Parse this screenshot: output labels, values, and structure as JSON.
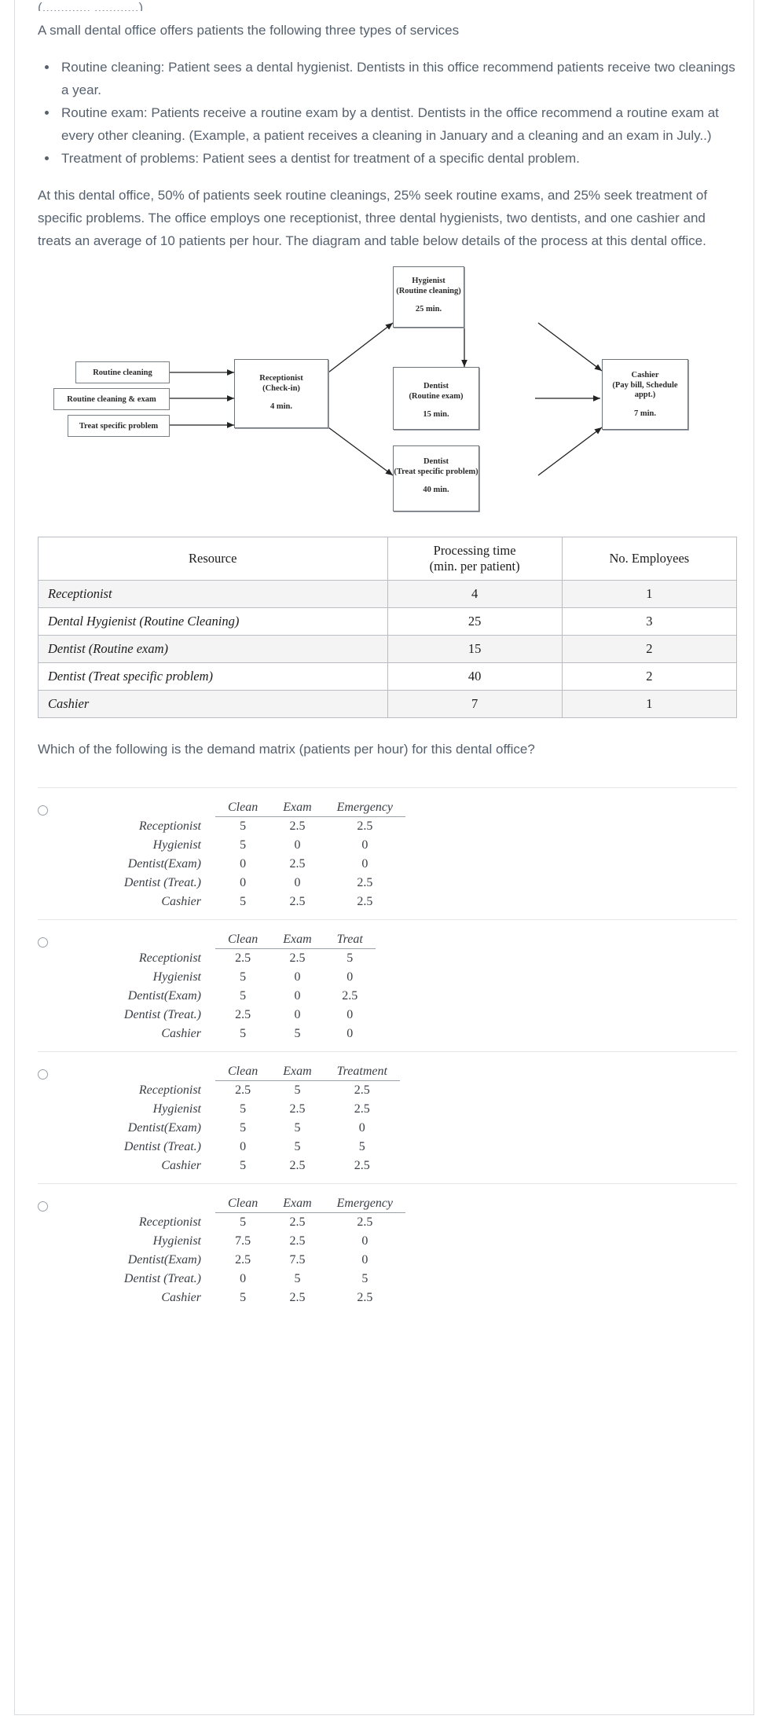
{
  "cut_top_line": "(............, ............)",
  "intro": "A small dental office offers patients the following three types of services",
  "bullets": [
    "Routine cleaning: Patient sees a dental hygienist. Dentists in this office recommend patients receive two cleanings a year.",
    "Routine exam: Patients receive a routine exam by a dentist. Dentists in the office recommend a routine exam at every other cleaning. (Example, a patient receives a cleaning in January and a cleaning and an exam in July..)",
    "Treatment of problems: Patient sees a dentist for treatment of a specific dental problem."
  ],
  "paragraph": "At this dental office, 50% of patients seek routine cleanings, 25% seek routine exams, and 25% seek treatment of specific problems. The office employs one receptionist, three dental hygienists, two dentists, and one cashier and treats an average of 10 patients per hour. The diagram and table below details of the process at this dental office.",
  "diagram": {
    "inputs": [
      {
        "label": "Routine cleaning"
      },
      {
        "label": "Routine cleaning & exam"
      },
      {
        "label": "Treat specific problem"
      }
    ],
    "nodes": [
      {
        "title": "Receptionist",
        "subtitle": "(Check-in)",
        "time": "4 min."
      },
      {
        "title": "Hygienist",
        "subtitle": "(Routine cleaning)",
        "time": "25 min."
      },
      {
        "title": "Dentist",
        "subtitle": "(Routine exam)",
        "time": "15 min."
      },
      {
        "title": "Dentist",
        "subtitle": "(Treat specific problem)",
        "time": "40 min."
      },
      {
        "title": "Cashier",
        "subtitle": "(Pay bill, Schedule appt.)",
        "time": "7 min."
      }
    ]
  },
  "resource_table": {
    "headers": [
      "Resource",
      "Processing time (min. per patient)",
      "No. Employees"
    ],
    "header_lines": [
      [
        "Resource"
      ],
      [
        "Processing time",
        "(min. per patient)"
      ],
      [
        "No. Employees"
      ]
    ],
    "rows": [
      {
        "resource": "Receptionist",
        "time": "4",
        "employees": "1"
      },
      {
        "resource": "Dental Hygienist (Routine Cleaning)",
        "time": "25",
        "employees": "3"
      },
      {
        "resource": "Dentist (Routine exam)",
        "time": "15",
        "employees": "2"
      },
      {
        "resource": "Dentist (Treat specific problem)",
        "time": "40",
        "employees": "2"
      },
      {
        "resource": "Cashier",
        "time": "7",
        "employees": "1"
      }
    ]
  },
  "question": "Which of the following is the demand matrix (patients per hour) for this dental office?",
  "options": [
    {
      "id": "option-a",
      "columns": [
        "Clean",
        "Exam",
        "Emergency"
      ],
      "rows": [
        {
          "label": "Receptionist",
          "values": [
            "5",
            "2.5",
            "2.5"
          ]
        },
        {
          "label": "Hygienist",
          "values": [
            "5",
            "0",
            "0"
          ]
        },
        {
          "label": "Dentist(Exam)",
          "values": [
            "0",
            "2.5",
            "0"
          ]
        },
        {
          "label": "Dentist (Treat.)",
          "values": [
            "0",
            "0",
            "2.5"
          ]
        },
        {
          "label": "Cashier",
          "values": [
            "5",
            "2.5",
            "2.5"
          ]
        }
      ]
    },
    {
      "id": "option-b",
      "columns": [
        "Clean",
        "Exam",
        "Treat"
      ],
      "rows": [
        {
          "label": "Receptionist",
          "values": [
            "2.5",
            "2.5",
            "5"
          ]
        },
        {
          "label": "Hygienist",
          "values": [
            "5",
            "0",
            "0"
          ]
        },
        {
          "label": "Dentist(Exam)",
          "values": [
            "5",
            "0",
            "2.5"
          ]
        },
        {
          "label": "Dentist (Treat.)",
          "values": [
            "2.5",
            "0",
            "0"
          ]
        },
        {
          "label": "Cashier",
          "values": [
            "5",
            "5",
            "0"
          ]
        }
      ]
    },
    {
      "id": "option-c",
      "columns": [
        "Clean",
        "Exam",
        "Treatment"
      ],
      "rows": [
        {
          "label": "Receptionist",
          "values": [
            "2.5",
            "5",
            "2.5"
          ]
        },
        {
          "label": "Hygienist",
          "values": [
            "5",
            "2.5",
            "2.5"
          ]
        },
        {
          "label": "Dentist(Exam)",
          "values": [
            "5",
            "5",
            "0"
          ]
        },
        {
          "label": "Dentist (Treat.)",
          "values": [
            "0",
            "5",
            "5"
          ]
        },
        {
          "label": "Cashier",
          "values": [
            "5",
            "2.5",
            "2.5"
          ]
        }
      ]
    },
    {
      "id": "option-d",
      "columns": [
        "Clean",
        "Exam",
        "Emergency"
      ],
      "rows": [
        {
          "label": "Receptionist",
          "values": [
            "5",
            "2.5",
            "2.5"
          ]
        },
        {
          "label": "Hygienist",
          "values": [
            "7.5",
            "2.5",
            "0"
          ]
        },
        {
          "label": "Dentist(Exam)",
          "values": [
            "2.5",
            "7.5",
            "0"
          ]
        },
        {
          "label": "Dentist (Treat.)",
          "values": [
            "0",
            "5",
            "5"
          ]
        },
        {
          "label": "Cashier",
          "values": [
            "5",
            "2.5",
            "2.5"
          ]
        }
      ]
    }
  ]
}
